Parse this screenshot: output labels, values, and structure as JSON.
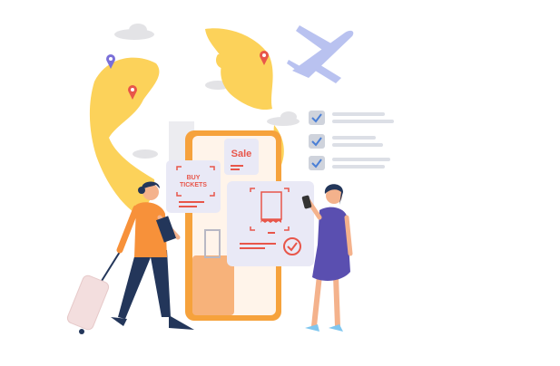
{
  "illustration": {
    "sale_label": "Sale",
    "buy_line1": "BUY",
    "buy_line2": "TICKETS"
  },
  "colors": {
    "globe": "#fcd25a",
    "phone_frame": "#f6a23c",
    "card": "#e9e9f6",
    "accent_red": "#e8564a",
    "plane": "#b9c2f0",
    "check_box": "#cfd3dc",
    "check_mark": "#4a7fd6",
    "woman_left_top": "#f7913a",
    "woman_left_pants": "#23365a",
    "woman_right_dress": "#5a4fb0"
  }
}
